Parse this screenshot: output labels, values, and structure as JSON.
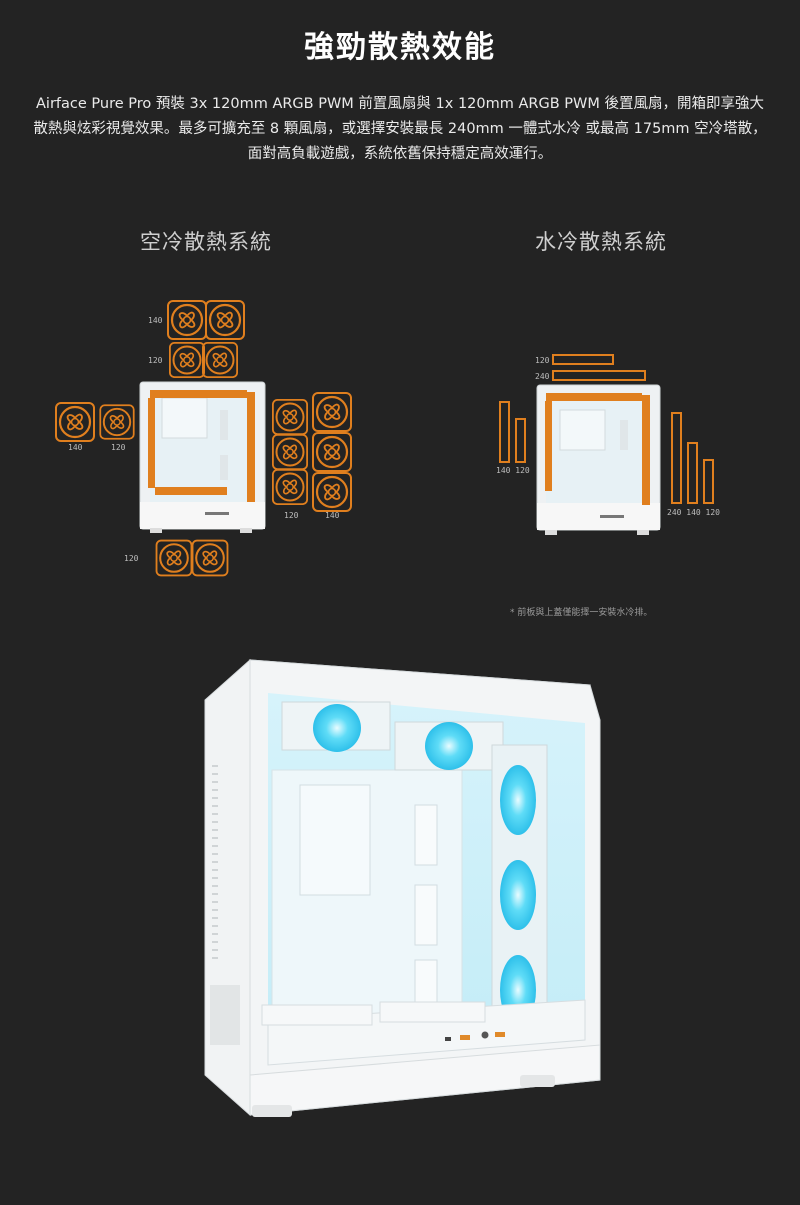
{
  "header": {
    "title": "強勁散熱效能",
    "description": "Airface Pure Pro 預裝 3x 120mm ARGB PWM 前置風扇與 1x 120mm ARGB PWM 後置風扇，開箱即享強大散熱與炫彩視覺效果。最多可擴充至 8 顆風扇，或選擇安裝最長 240mm 一體式水冷 或最高 175mm 空冷塔散，面對高負載遊戲，系統依舊保持穩定高效運行。"
  },
  "air_cooling": {
    "title": "空冷散熱系統",
    "labels": {
      "top_140": "140",
      "top_120": "120",
      "rear_140": "140",
      "rear_120": "120",
      "front_120": "120",
      "front_140": "140",
      "bottom_120": "120"
    }
  },
  "water_cooling": {
    "title": "水冷散熱系統",
    "labels": {
      "top_120": "120",
      "top_240": "240",
      "rear": "140 120",
      "front": "240 140 120"
    },
    "note": "* 前板與上蓋僅能擇一安裝水冷排。"
  },
  "colors": {
    "accent": "#e07f1e",
    "background": "#232323",
    "case": "#f4f6f7",
    "glow": "#4fd8f5"
  }
}
